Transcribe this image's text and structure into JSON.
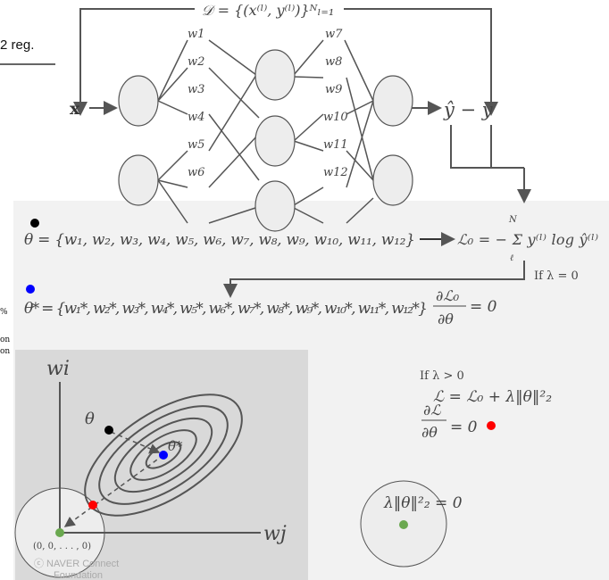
{
  "side_fragments": {
    "reg": "2 reg.",
    "percent": "%",
    "on1": "on",
    "on2": "on"
  },
  "network": {
    "dataset": "𝒟 = {(x⁽ˡ⁾, y⁽ˡ⁾)}ᴺₗ₌₁",
    "input": "x",
    "output": "ŷ − y",
    "weights": [
      "w1",
      "w2",
      "w3",
      "w4",
      "w5",
      "w6",
      "w7",
      "w8",
      "w9",
      "w10",
      "w11",
      "w12"
    ]
  },
  "equations": {
    "theta": "θ = {w₁, w₂, w₃, w₄, w₅, w₆, w₇, w₈, w₉, w₁₀, w₁₁, w₁₂}",
    "loss0": "ℒ₀ = − Σ y⁽ˡ⁾ log ŷ⁽ˡ⁾",
    "sum_top": "N",
    "sum_bottom": "ℓ",
    "if_zero": "If λ = 0",
    "theta_star": "θ* = {w₁*, w₂*, w₃*, w₄*, w₅*, w₆*, w₇*, w₈*, w₉*, w₁₀*, w₁₁*, w₁₂*}",
    "grad0_num": "∂ℒ₀",
    "grad0_den": "∂θ",
    "grad0_eq": "= 0",
    "if_pos": "If λ > 0",
    "loss": "ℒ = ℒ₀ + λ‖θ‖²₂",
    "grad_num": "∂ℒ",
    "grad_den": "∂θ",
    "grad_eq": "= 0",
    "reg_zero": "λ‖θ‖²₂ = 0"
  },
  "plot": {
    "y_axis": "wi",
    "x_axis": "wj",
    "theta": "θ",
    "theta_star": "θ*",
    "origin": "(0, 0, . . . , 0)",
    "watermark1": "ⓒ  NAVER Connect",
    "watermark2": "Foundation"
  },
  "colors": {
    "black_dot": "#000000",
    "blue_dot": "#0000ff",
    "red_dot": "#ff0000",
    "green_dot": "#6aa84f"
  }
}
